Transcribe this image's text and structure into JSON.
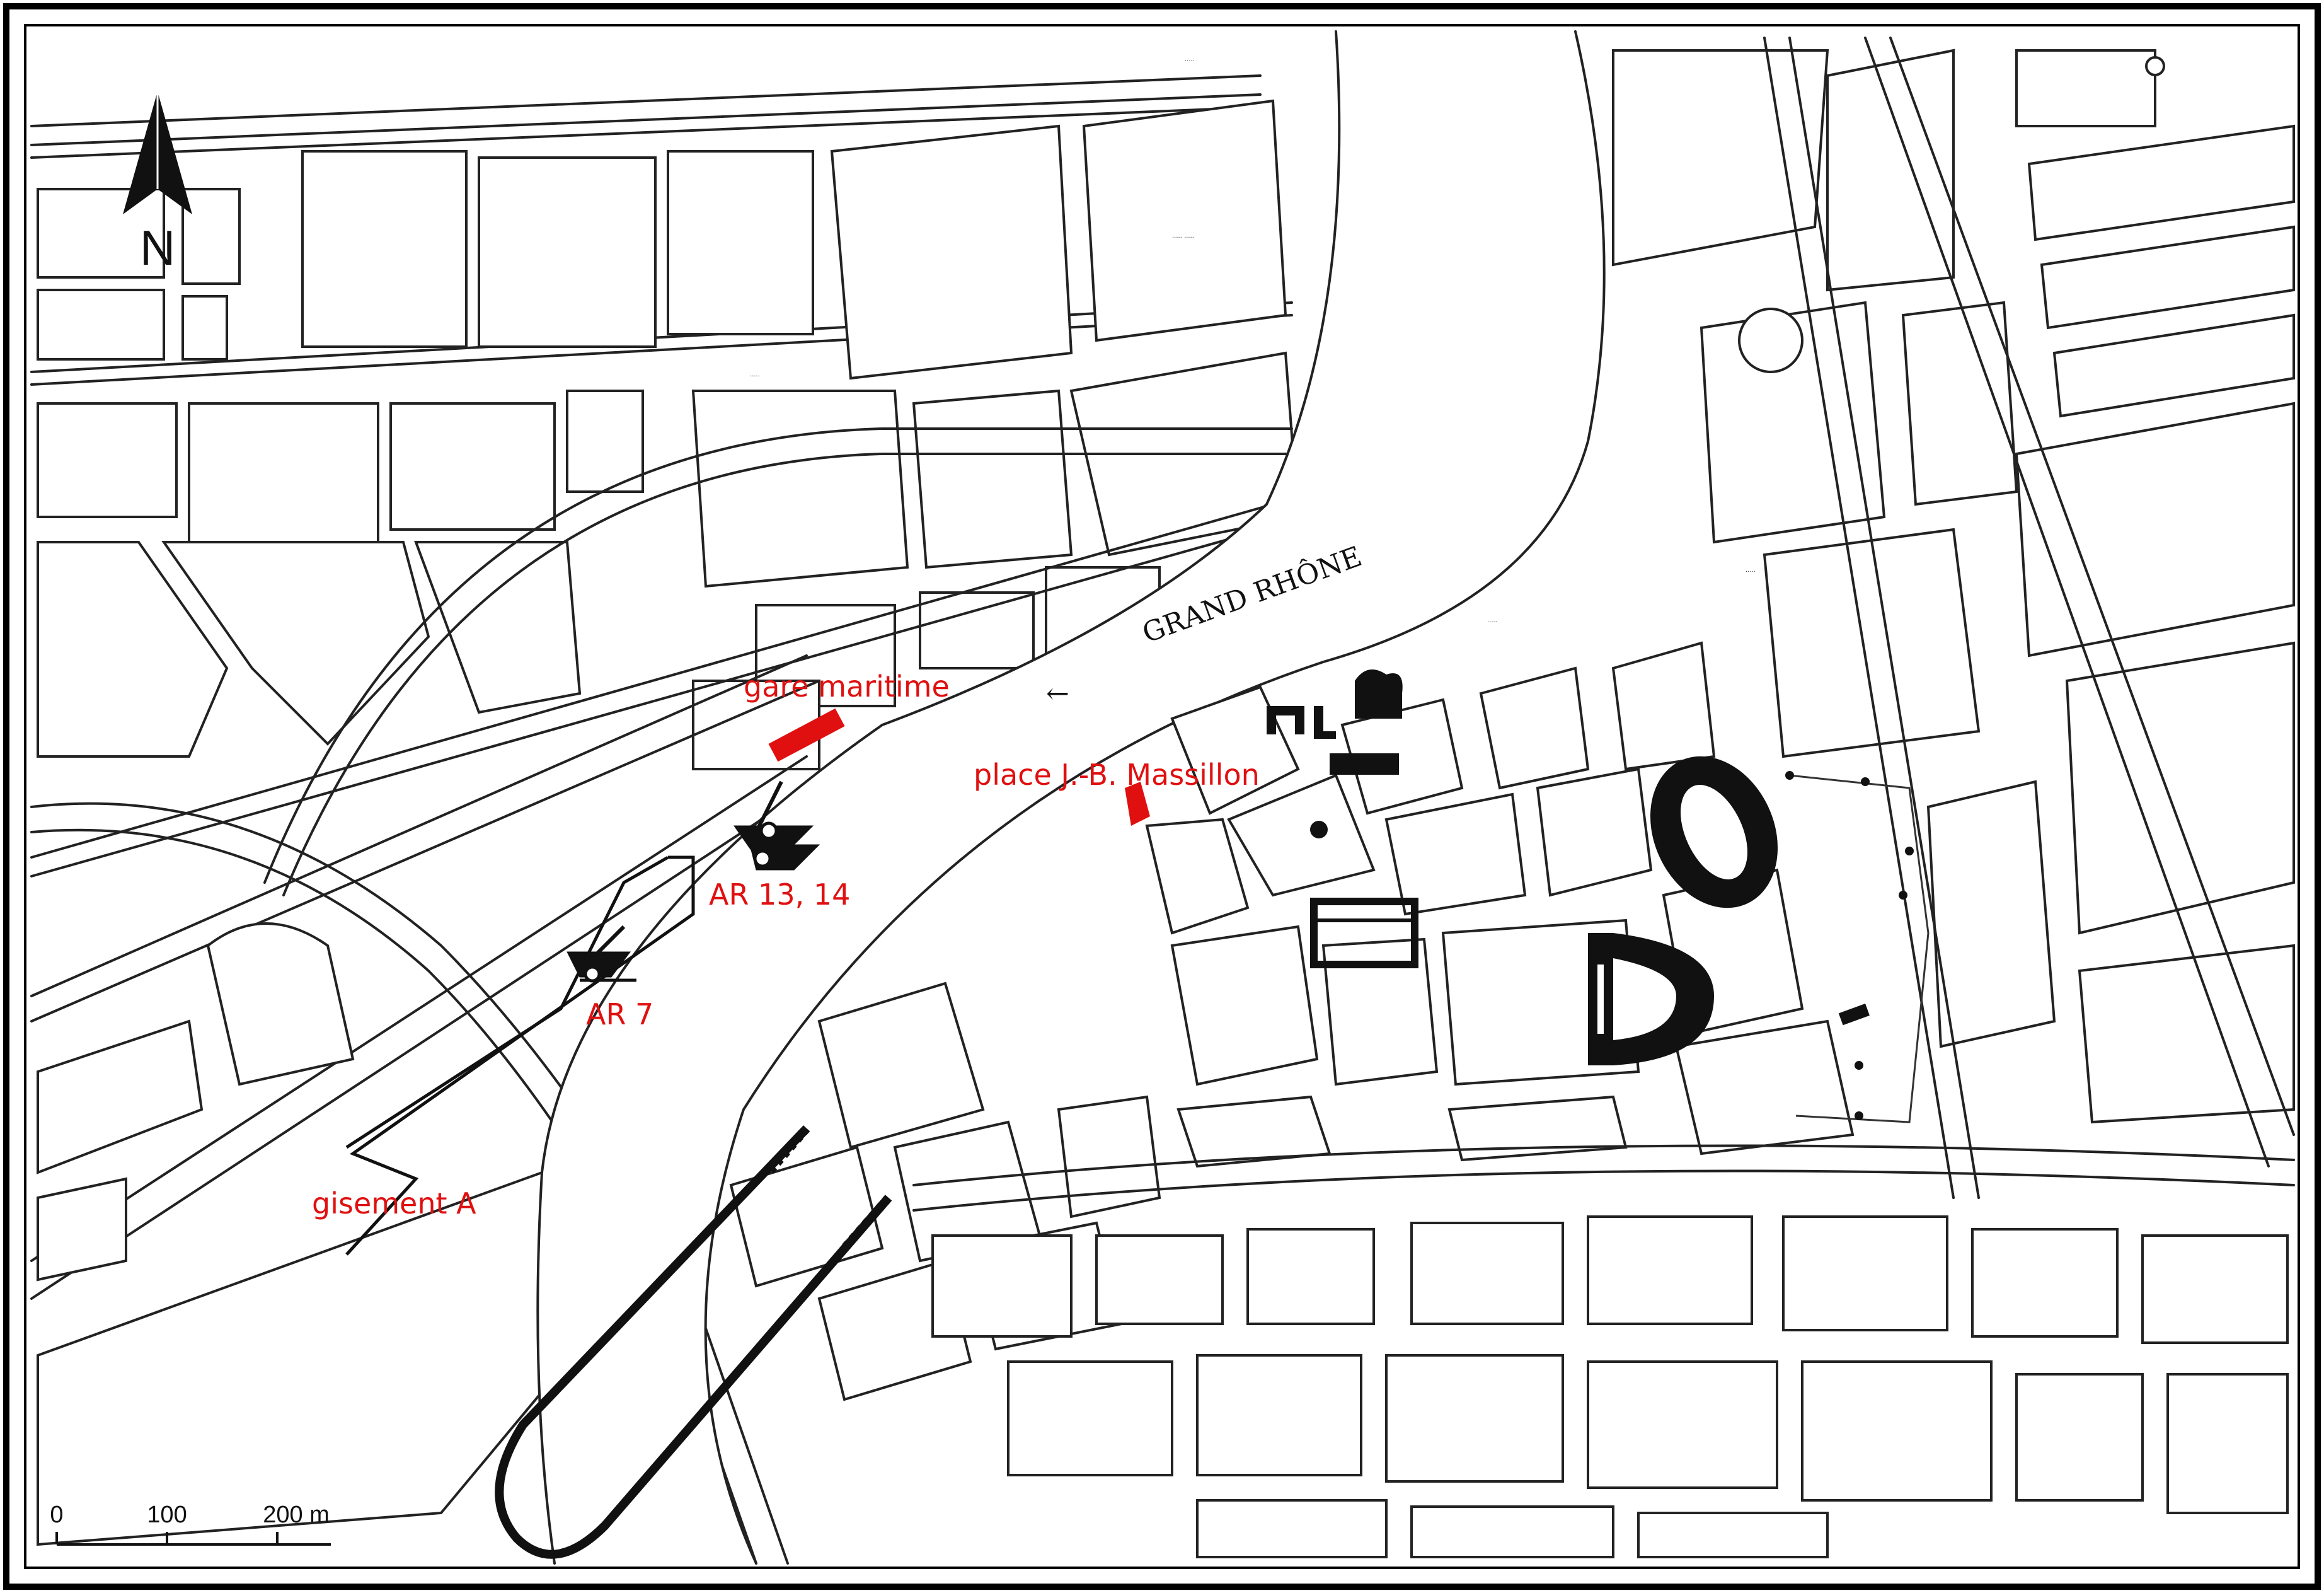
{
  "map": {
    "north_arrow": {
      "label": "N",
      "icon": "north-arrow-icon"
    },
    "river_label": "GRAND RHÔNE",
    "river_arrow": "←",
    "colors": {
      "highlight": "#e01010",
      "ink": "#111111",
      "paper": "#ffffff"
    },
    "sites": [
      {
        "id": "gare-maritime",
        "label": "gare maritime"
      },
      {
        "id": "place-massillon",
        "label": "place J.-B. Massillon"
      },
      {
        "id": "ar-13-14",
        "label": "AR 13, 14",
        "icon": "shipwreck-icon"
      },
      {
        "id": "ar-7",
        "label": "AR 7",
        "icon": "shipwreck-icon"
      },
      {
        "id": "gisement-a",
        "label": "gisement A"
      }
    ],
    "monuments": [
      {
        "id": "amphitheatre",
        "icon": "amphitheatre-icon"
      },
      {
        "id": "theatre",
        "icon": "theatre-icon"
      },
      {
        "id": "cryptoportiques",
        "icon": "cryptoportico-icon"
      }
    ],
    "scale_bar": {
      "ticks": [
        "0",
        "100",
        "200 m"
      ]
    }
  }
}
